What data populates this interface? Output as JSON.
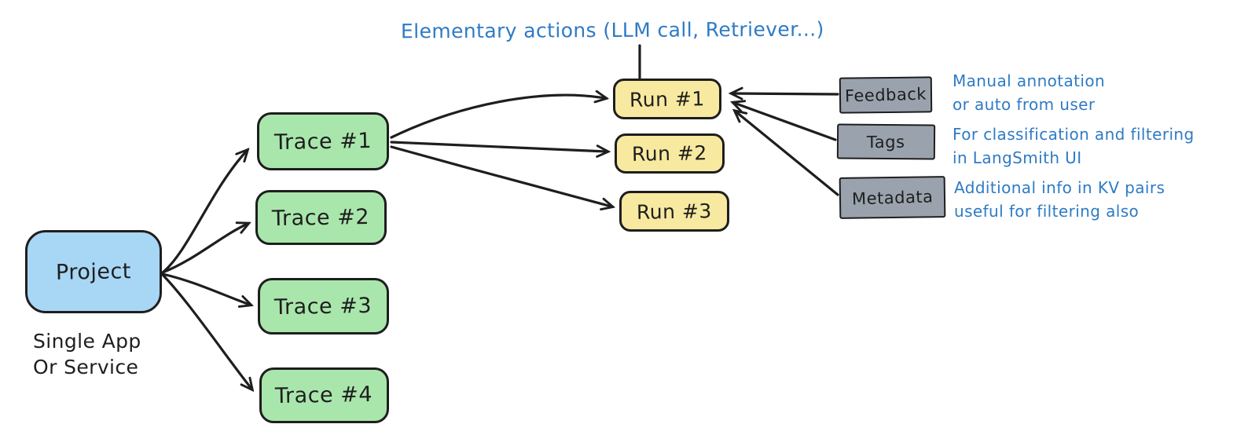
{
  "title": "Elementary actions (LLM call, Retriever...)",
  "project": {
    "label": "Project",
    "caption": [
      "Single App",
      "Or Service"
    ]
  },
  "traces": [
    {
      "label": "Trace #1"
    },
    {
      "label": "Trace #2"
    },
    {
      "label": "Trace #3"
    },
    {
      "label": "Trace #4"
    }
  ],
  "runs": [
    {
      "label": "Run #1"
    },
    {
      "label": "Run #2"
    },
    {
      "label": "Run #3"
    }
  ],
  "attributes": [
    {
      "label": "Feedback",
      "note": [
        "Manual annotation",
        "or auto from user"
      ]
    },
    {
      "label": "Tags",
      "note": [
        "For classification and filtering",
        "in LangSmith UI"
      ]
    },
    {
      "label": "Metadata",
      "note": [
        "Additional info in KV pairs",
        "useful for filtering also"
      ]
    }
  ],
  "colors": {
    "project_fill": "#a8d6f5",
    "trace_fill": "#a9e6ac",
    "run_fill": "#f8e9a0",
    "attribute_fill": "#9aa3ad",
    "stroke": "#1e1e1e",
    "annotation_text": "#2e7bc4",
    "background": "#ffffff"
  }
}
